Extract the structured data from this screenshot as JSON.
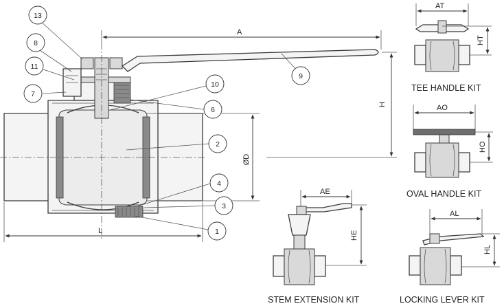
{
  "part_numbers": [
    "13",
    "8",
    "11",
    "7",
    "10",
    "6",
    "9",
    "2",
    "4",
    "3",
    "1"
  ],
  "dimensions": {
    "A": "A",
    "H": "H",
    "D": "ØD",
    "L": "L",
    "AT": "AT",
    "HT": "HT",
    "AO": "AO",
    "HO": "HO",
    "AE": "AE",
    "HE": "HE",
    "AL": "AL",
    "HL": "HL"
  },
  "kits": {
    "tee": "TEE HANDLE KIT",
    "oval": "OVAL HANDLE KIT",
    "stem": "STEM EXTENSION KIT",
    "locking": "LOCKING LEVER KIT"
  }
}
